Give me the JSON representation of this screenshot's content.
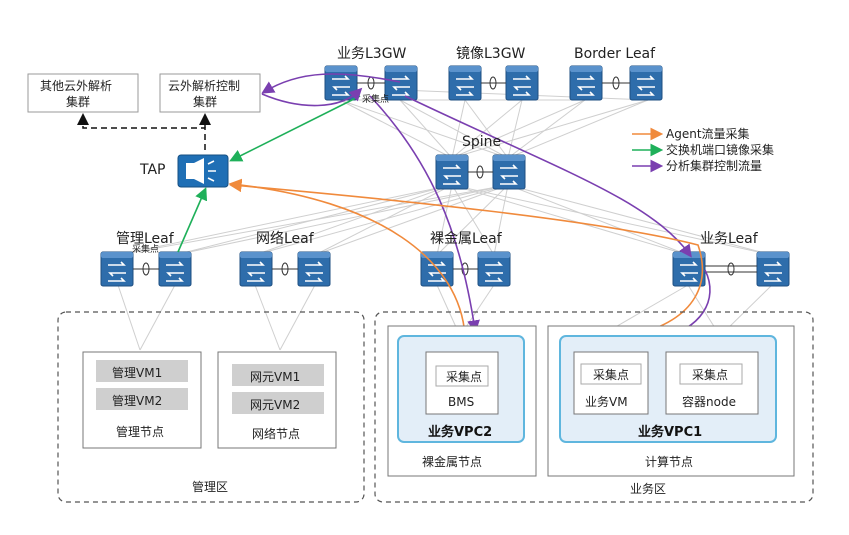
{
  "labels": {
    "biz_l3gw": "业务L3GW",
    "mirror_l3gw": "镜像L3GW",
    "border_leaf": "Border Leaf",
    "spine": "Spine",
    "mgmt_leaf": "管理Leaf",
    "net_leaf": "网络Leaf",
    "bm_leaf": "裸金属Leaf",
    "biz_leaf": "业务Leaf",
    "tap": "TAP",
    "other_cloud_1": "其他云外解析",
    "other_cloud_2": "集群",
    "cloud_ctrl_1": "云外解析控制",
    "cloud_ctrl_2": "集群",
    "collect_point": "采集点",
    "mgmt_vm1": "管理VM1",
    "mgmt_vm2": "管理VM2",
    "mgmt_node": "管理节点",
    "net_vm1": "网元VM1",
    "net_vm2": "网元VM2",
    "net_node": "网络节点",
    "mgmt_zone": "管理区",
    "bms": "BMS",
    "biz_vpc2": "业务VPC2",
    "bm_node": "裸金属节点",
    "biz_vm": "业务VM",
    "container_node": "容器node",
    "biz_vpc1": "业务VPC1",
    "compute_node": "计算节点",
    "biz_zone": "业务区"
  },
  "legend": [
    {
      "label": "Agent流量采集",
      "color": "#f08a3c"
    },
    {
      "label": "交换机端口镜像采集",
      "color": "#1fb05a"
    },
    {
      "label": "分析集群控制流量",
      "color": "#7a3fb0"
    }
  ],
  "icons": [
    "switch-icon",
    "tap-icon"
  ]
}
